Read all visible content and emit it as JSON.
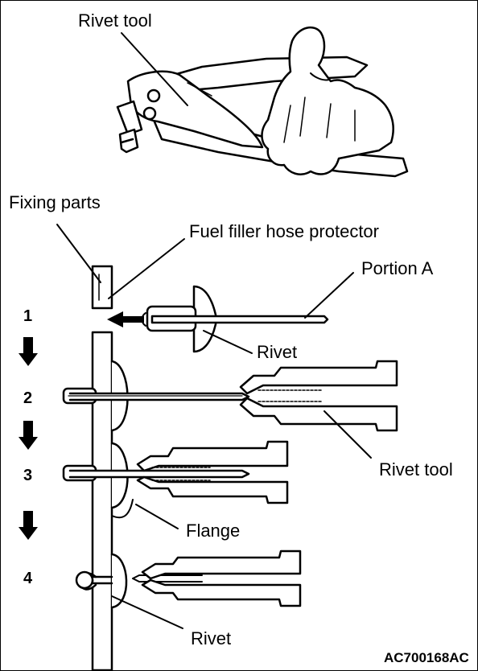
{
  "labels": {
    "rivet_tool_top": "Rivet tool",
    "fixing_parts": "Fixing parts",
    "fuel_filler_hose_protector": "Fuel filler hose protector",
    "portion_a": "Portion A",
    "rivet_1": "Rivet",
    "rivet_tool_side": "Rivet tool",
    "flange": "Flange",
    "rivet_2": "Rivet"
  },
  "steps": [
    "1",
    "2",
    "3",
    "4"
  ],
  "figure_code": "AC700168AC"
}
